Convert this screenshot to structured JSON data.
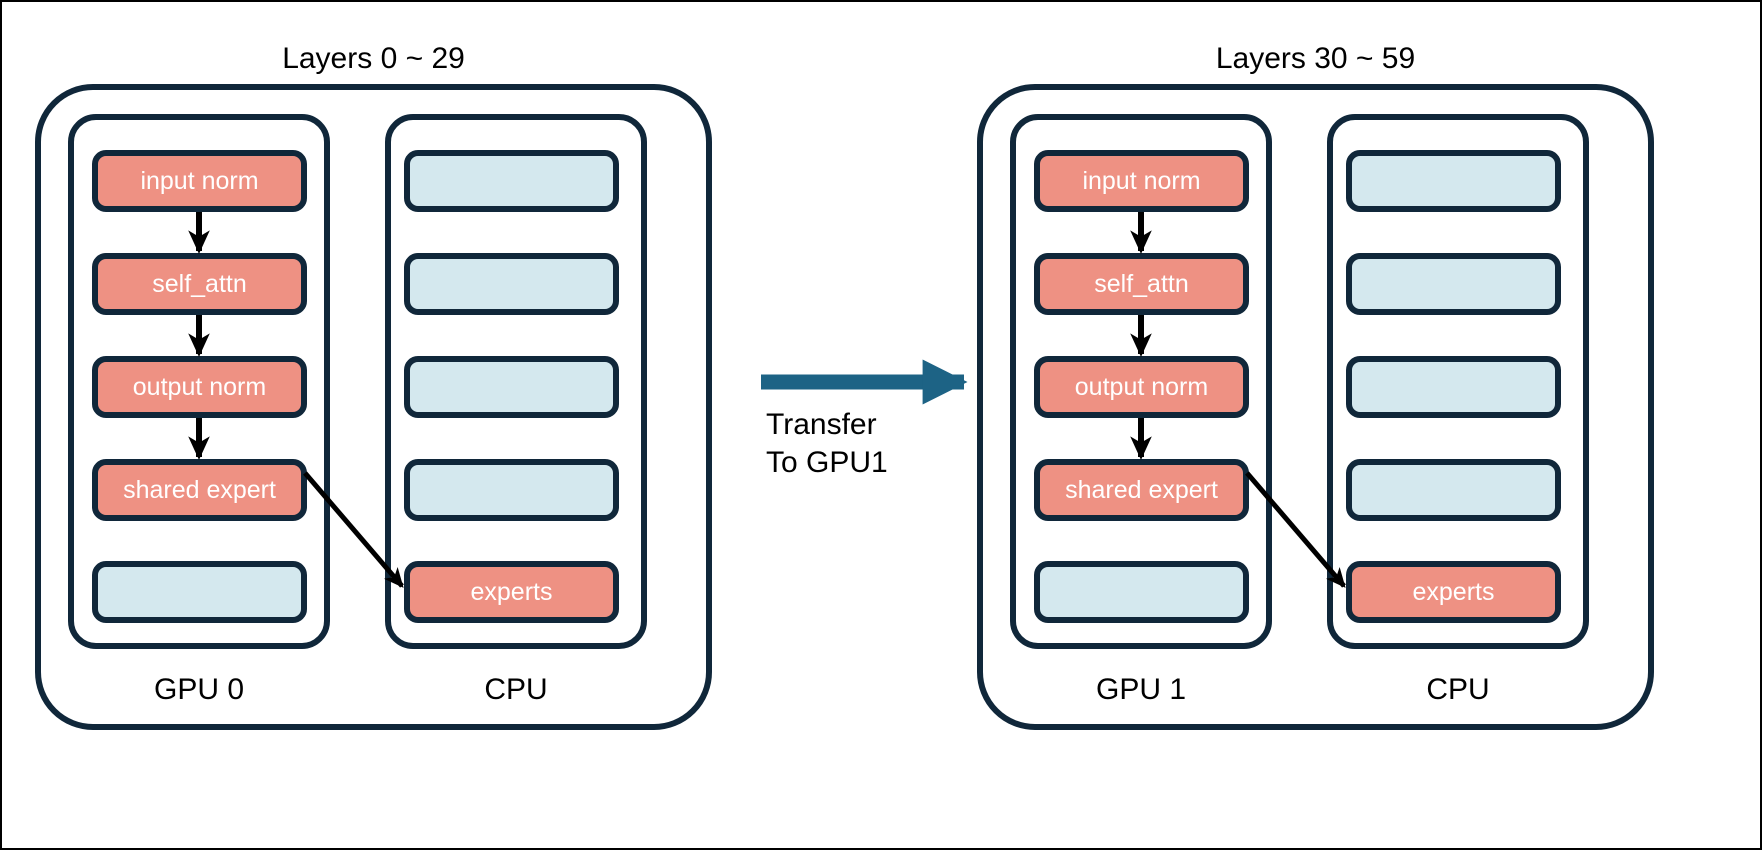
{
  "diagram": {
    "title_left": "Layers 0 ~ 29",
    "title_right": "Layers 30 ~ 59",
    "colors": {
      "active_block": "#EE9183",
      "idle_block": "#D4E8EE",
      "outline": "#10273A",
      "transfer_arrow": "#1D6385",
      "flow_arrow": "#000000",
      "background": "#FFFFFF"
    },
    "groups": [
      {
        "id": "group-left",
        "title": "Layers 0 ~ 29",
        "gpu": {
          "caption": "GPU 0",
          "blocks": [
            {
              "label": "input norm",
              "state": "active"
            },
            {
              "label": "self_attn",
              "state": "active"
            },
            {
              "label": "output norm",
              "state": "active"
            },
            {
              "label": "shared expert",
              "state": "active"
            },
            {
              "label": "",
              "state": "idle"
            }
          ]
        },
        "cpu": {
          "caption": "CPU",
          "blocks": [
            {
              "label": "",
              "state": "idle"
            },
            {
              "label": "",
              "state": "idle"
            },
            {
              "label": "",
              "state": "idle"
            },
            {
              "label": "",
              "state": "idle"
            },
            {
              "label": "experts",
              "state": "active"
            }
          ]
        }
      },
      {
        "id": "group-right",
        "title": "Layers 30 ~ 59",
        "gpu": {
          "caption": "GPU 1",
          "blocks": [
            {
              "label": "input norm",
              "state": "active"
            },
            {
              "label": "self_attn",
              "state": "active"
            },
            {
              "label": "output norm",
              "state": "active"
            },
            {
              "label": "shared expert",
              "state": "active"
            },
            {
              "label": "",
              "state": "idle"
            }
          ]
        },
        "cpu": {
          "caption": "CPU",
          "blocks": [
            {
              "label": "",
              "state": "idle"
            },
            {
              "label": "",
              "state": "idle"
            },
            {
              "label": "",
              "state": "idle"
            },
            {
              "label": "",
              "state": "idle"
            },
            {
              "label": "experts",
              "state": "active"
            }
          ]
        }
      }
    ],
    "transfer": {
      "line1": "Transfer",
      "line2": "To GPU1"
    }
  }
}
